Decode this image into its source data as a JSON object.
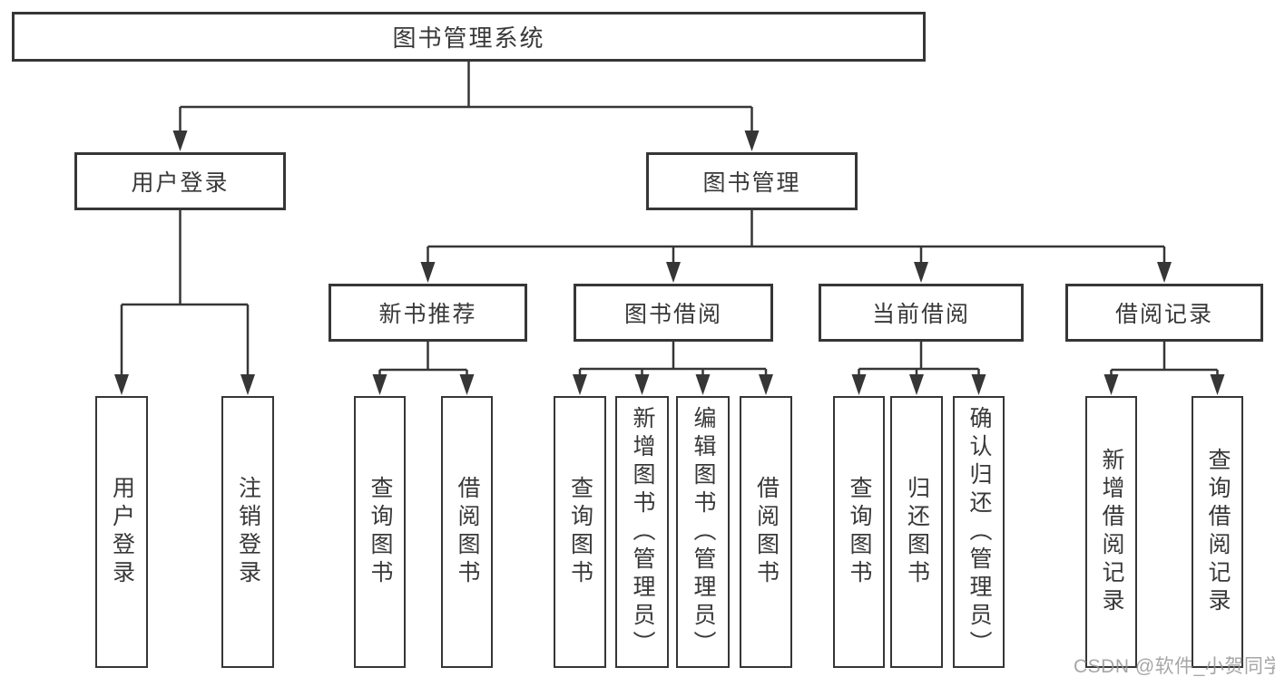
{
  "diagram_title": "图书管理系统",
  "nodes": {
    "root": "图书管理系统",
    "level2": [
      "用户登录",
      "图书管理"
    ],
    "level3": [
      "新书推荐",
      "图书借阅",
      "当前借阅",
      "借阅记录"
    ],
    "leaves": [
      "用户登录",
      "注销登录",
      "查询图书",
      "借阅图书",
      "查询图书",
      "新增图书（管理员）",
      "编辑图书（管理员）",
      "借阅图书",
      "查询图书",
      "归还图书",
      "确认归还（管理员）",
      "新增借阅记录",
      "查询借阅记录"
    ]
  },
  "watermark": "CSDN @软件_小贺同学",
  "colors": {
    "line": "#363636",
    "text": "#383838",
    "background": "#ffffff",
    "watermark": "#969696"
  }
}
